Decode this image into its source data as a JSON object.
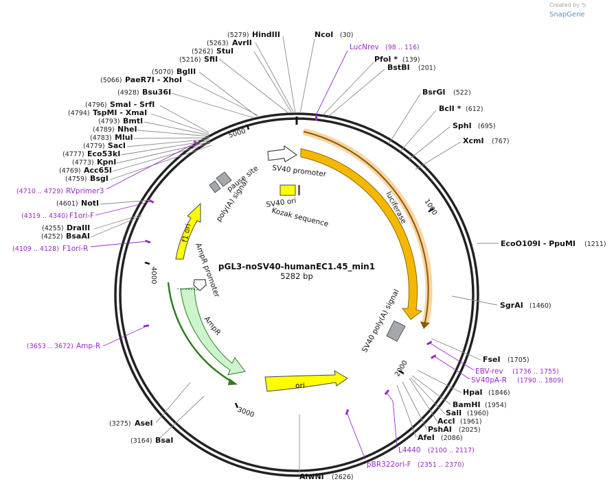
{
  "credit": {
    "prefix": "Created by",
    "brand": "SnapGene"
  },
  "plasmid": {
    "name": "pGL3-noSV40-humanEC1.45_min1",
    "length_label": "5282 bp"
  },
  "ticks": [
    "1000",
    "2000",
    "3000",
    "4000",
    "5000"
  ],
  "features": {
    "sv40_promoter": "SV40 promoter",
    "luciferase": "luciferase",
    "sv40_ori": "SV40 ori",
    "kozak": "Kozak sequence",
    "pause_site": "pause site",
    "polya_signal": "poly(A) signal",
    "f1_ori": "f1 ori",
    "ampr_promoter": "AmpR promoter",
    "ampr": "AmpR",
    "ori": "ori",
    "sv40_polya": "SV40 poly(A) signal"
  },
  "enzymes": [
    {
      "id": "hindiii",
      "pos": "(5279)",
      "name": "HindIII"
    },
    {
      "id": "ncoi",
      "pos": "(30)",
      "name": "NcoI"
    },
    {
      "id": "avrii",
      "pos": "(5263)",
      "name": "AvrII"
    },
    {
      "id": "stui",
      "pos": "(5262)",
      "name": "StuI"
    },
    {
      "id": "sfii",
      "pos": "(5216)",
      "name": "SfiI"
    },
    {
      "id": "pfoi",
      "pos": "(139)",
      "name": "PfoI *"
    },
    {
      "id": "bstbi",
      "pos": "(201)",
      "name": "BstBI"
    },
    {
      "id": "bglii",
      "pos": "(5070)",
      "name": "BglII"
    },
    {
      "id": "paer7i",
      "pos": "(5066)",
      "name": "PaeR7I - XhoI"
    },
    {
      "id": "bsu36i",
      "pos": "(4928)",
      "name": "Bsu36I"
    },
    {
      "id": "bsrgi",
      "pos": "(522)",
      "name": "BsrGI"
    },
    {
      "id": "smai",
      "pos": "(4796)",
      "name": "SmaI - SrfI"
    },
    {
      "id": "tspmi",
      "pos": "(4794)",
      "name": "TspMI - XmaI"
    },
    {
      "id": "bcli",
      "pos": "(612)",
      "name": "BclI *"
    },
    {
      "id": "bmti",
      "pos": "(4793)",
      "name": "BmtI"
    },
    {
      "id": "nhei",
      "pos": "(4789)",
      "name": "NheI"
    },
    {
      "id": "sphi",
      "pos": "(695)",
      "name": "SphI"
    },
    {
      "id": "mlui",
      "pos": "(4783)",
      "name": "MluI"
    },
    {
      "id": "saci",
      "pos": "(4779)",
      "name": "SacI"
    },
    {
      "id": "xcmi",
      "pos": "(767)",
      "name": "XcmI"
    },
    {
      "id": "eco53ki",
      "pos": "(4777)",
      "name": "Eco53kI"
    },
    {
      "id": "kpni",
      "pos": "(4773)",
      "name": "KpnI"
    },
    {
      "id": "acc65i",
      "pos": "(4769)",
      "name": "Acc65I"
    },
    {
      "id": "bsgi",
      "pos": "(4759)",
      "name": "BsgI"
    },
    {
      "id": "noti",
      "pos": "(4601)",
      "name": "NotI"
    },
    {
      "id": "drai",
      "pos": "(4255)",
      "name": "DraIII"
    },
    {
      "id": "bsaai",
      "pos": "(4252)",
      "name": "BsaAI"
    },
    {
      "id": "eco109i",
      "pos": "(1211)",
      "name": "EcoO109I - PpuMI"
    },
    {
      "id": "sgrai",
      "pos": "(1460)",
      "name": "SgrAI"
    },
    {
      "id": "fsei",
      "pos": "(1705)",
      "name": "FseI"
    },
    {
      "id": "hpai",
      "pos": "(1846)",
      "name": "HpaI"
    },
    {
      "id": "bamhi",
      "pos": "(1954)",
      "name": "BamHI"
    },
    {
      "id": "sali",
      "pos": "(1960)",
      "name": "SalI"
    },
    {
      "id": "acci",
      "pos": "(1961)",
      "name": "AccI"
    },
    {
      "id": "pshai",
      "pos": "(2025)",
      "name": "PshAI"
    },
    {
      "id": "afei",
      "pos": "(2086)",
      "name": "AfeI"
    },
    {
      "id": "asei",
      "pos": "(3275)",
      "name": "AseI"
    },
    {
      "id": "bsai",
      "pos": "(3164)",
      "name": "BsaI"
    },
    {
      "id": "alwni",
      "pos": "(2626)",
      "name": "AlwNI"
    }
  ],
  "primers": [
    {
      "id": "lucnrev",
      "name": "LucNrev",
      "range": "(98 .. 116)"
    },
    {
      "id": "rvprimer3",
      "name": "RVprimer3",
      "range": "(4710 .. 4729)"
    },
    {
      "id": "f1ori_f",
      "name": "F1ori-F",
      "range": "(4319 .. 4340)"
    },
    {
      "id": "f1ori_r",
      "name": "F1ori-R",
      "range": "(4109 .. 4128)"
    },
    {
      "id": "amp_r",
      "name": "Amp-R",
      "range": "(3653 .. 3672)"
    },
    {
      "id": "ebv_rev",
      "name": "EBV-rev",
      "range": "(1736 .. 1755)"
    },
    {
      "id": "sv40pa_r",
      "name": "SV40pA-R",
      "range": "(1790 .. 1809)"
    },
    {
      "id": "l4440",
      "name": "L4440",
      "range": "(2100 .. 2117)"
    },
    {
      "id": "pbr322ori_f",
      "name": "pBR322ori-F",
      "range": "(2351 .. 2370)"
    }
  ],
  "colors": {
    "backbone": "#222222",
    "luciferase": "#f5b800",
    "luciferase_halo": "#f6c98c",
    "ori": "#ffff00",
    "ampr": "#ccf5cc",
    "primer": "#9b27c8",
    "polya": "#a4a8ad"
  }
}
